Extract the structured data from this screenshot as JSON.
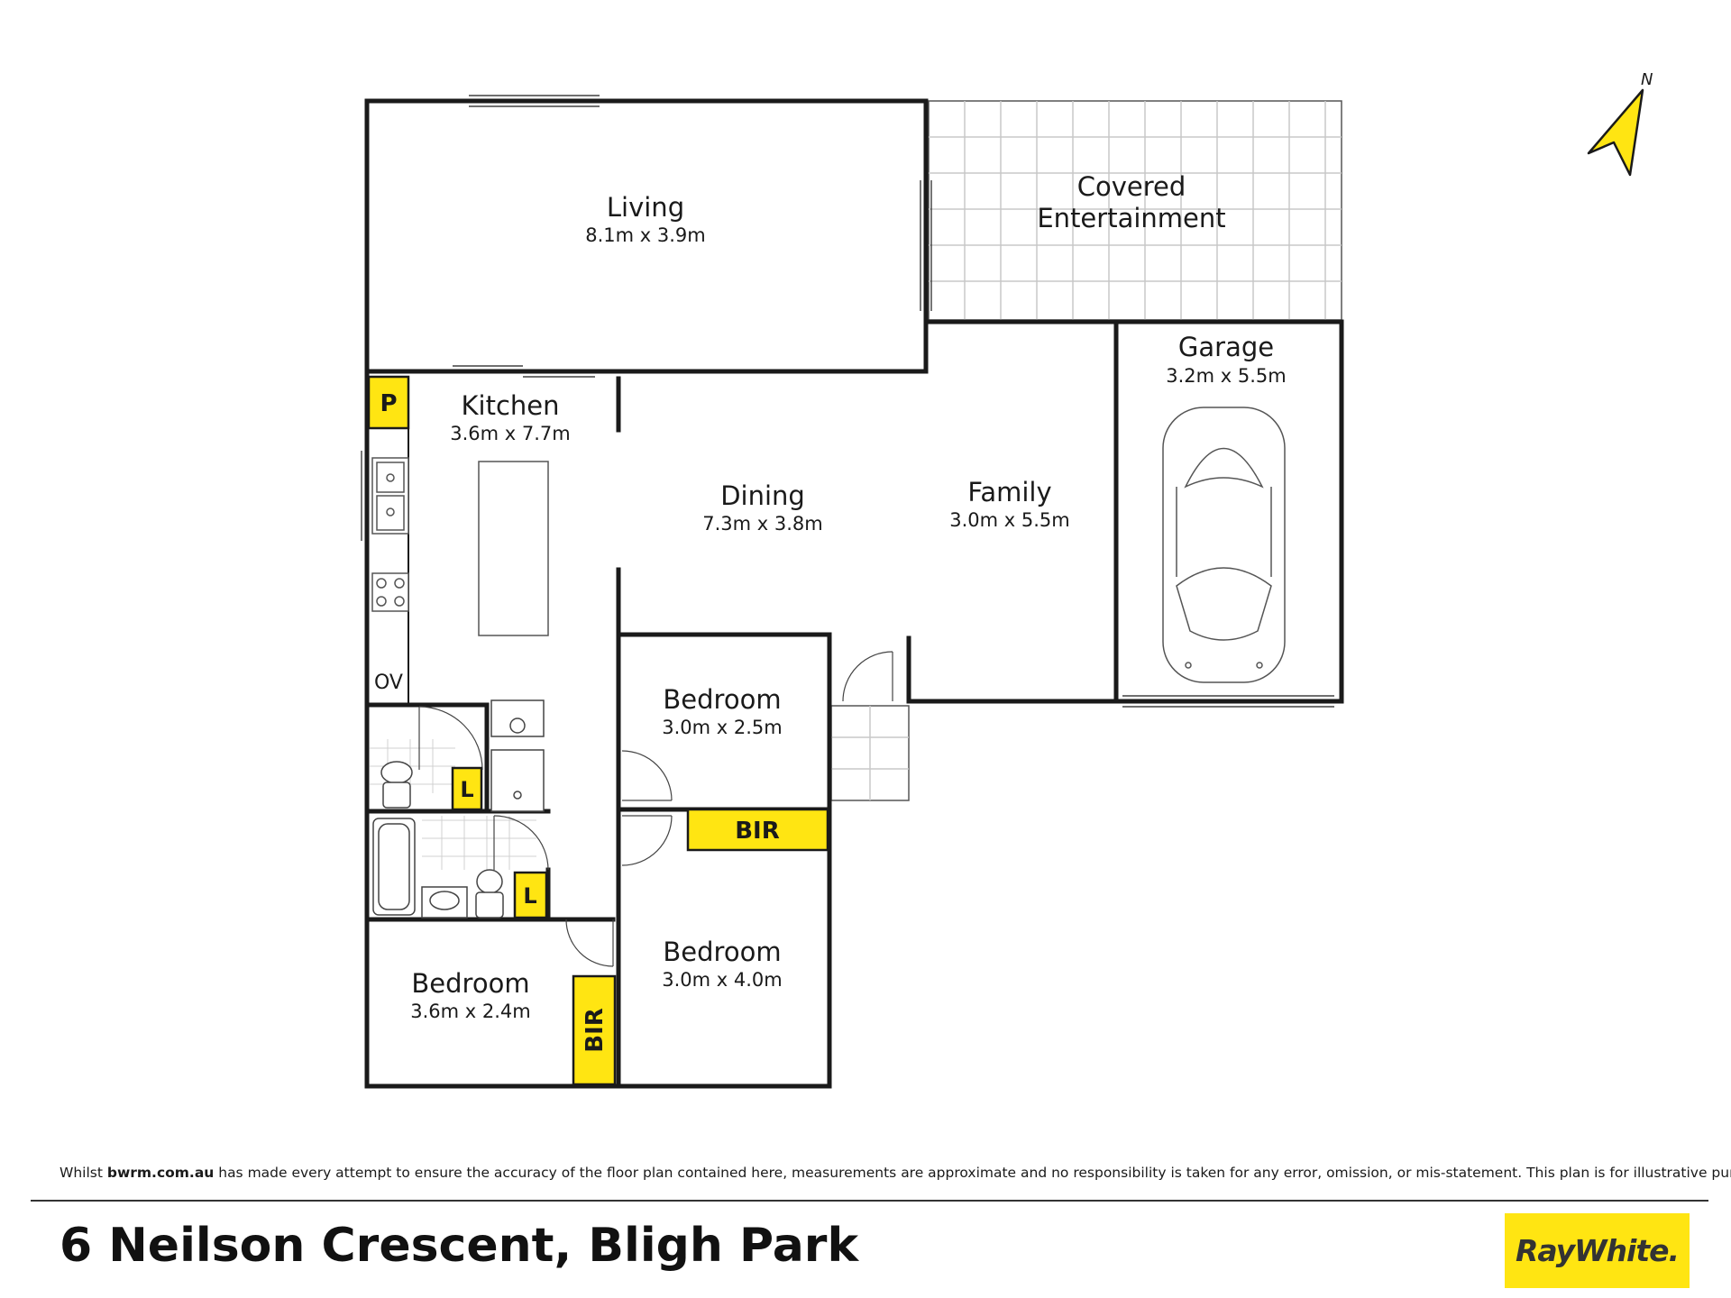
{
  "rooms": {
    "living": {
      "name": "Living",
      "dims": "8.1m x 3.9m"
    },
    "covered": {
      "line1": "Covered",
      "line2": "Entertainment"
    },
    "garage": {
      "name": "Garage",
      "dims": "3.2m x 5.5m"
    },
    "kitchen": {
      "name": "Kitchen",
      "dims": "3.6m x 7.7m"
    },
    "dining": {
      "name": "Dining",
      "dims": "7.3m x 3.8m"
    },
    "family": {
      "name": "Family",
      "dims": "3.0m x 5.5m"
    },
    "bedroom2": {
      "name": "Bedroom",
      "dims": "3.0m x 2.5m"
    },
    "bedroom3": {
      "name": "Bedroom",
      "dims": "3.0m x 4.0m"
    },
    "bedroom1": {
      "name": "Bedroom",
      "dims": "3.6m x 2.4m"
    }
  },
  "labels": {
    "pantry": "P",
    "oven": "OV",
    "linen1": "L",
    "linen2": "L",
    "bir_bed2": "BIR",
    "bir_bed1": "BIR"
  },
  "north_label": "N",
  "footer": {
    "disclaimer_prefix": "Whilst ",
    "disclaimer_domain": "bwrm.com.au",
    "disclaimer_suffix": " has made every attempt to ensure the accuracy of the floor plan contained here, measurements are approximate and no responsibility is taken for any error, omission, or mis-statement. This plan is for illustrative purposes only.",
    "address": "6 Neilson Crescent, Bligh Park",
    "logo_text": "RayWhite",
    "logo_mark": "."
  },
  "colors": {
    "accent": "#ffe512",
    "wall": "#1a1a1a",
    "grid": "#c8c8c8"
  }
}
